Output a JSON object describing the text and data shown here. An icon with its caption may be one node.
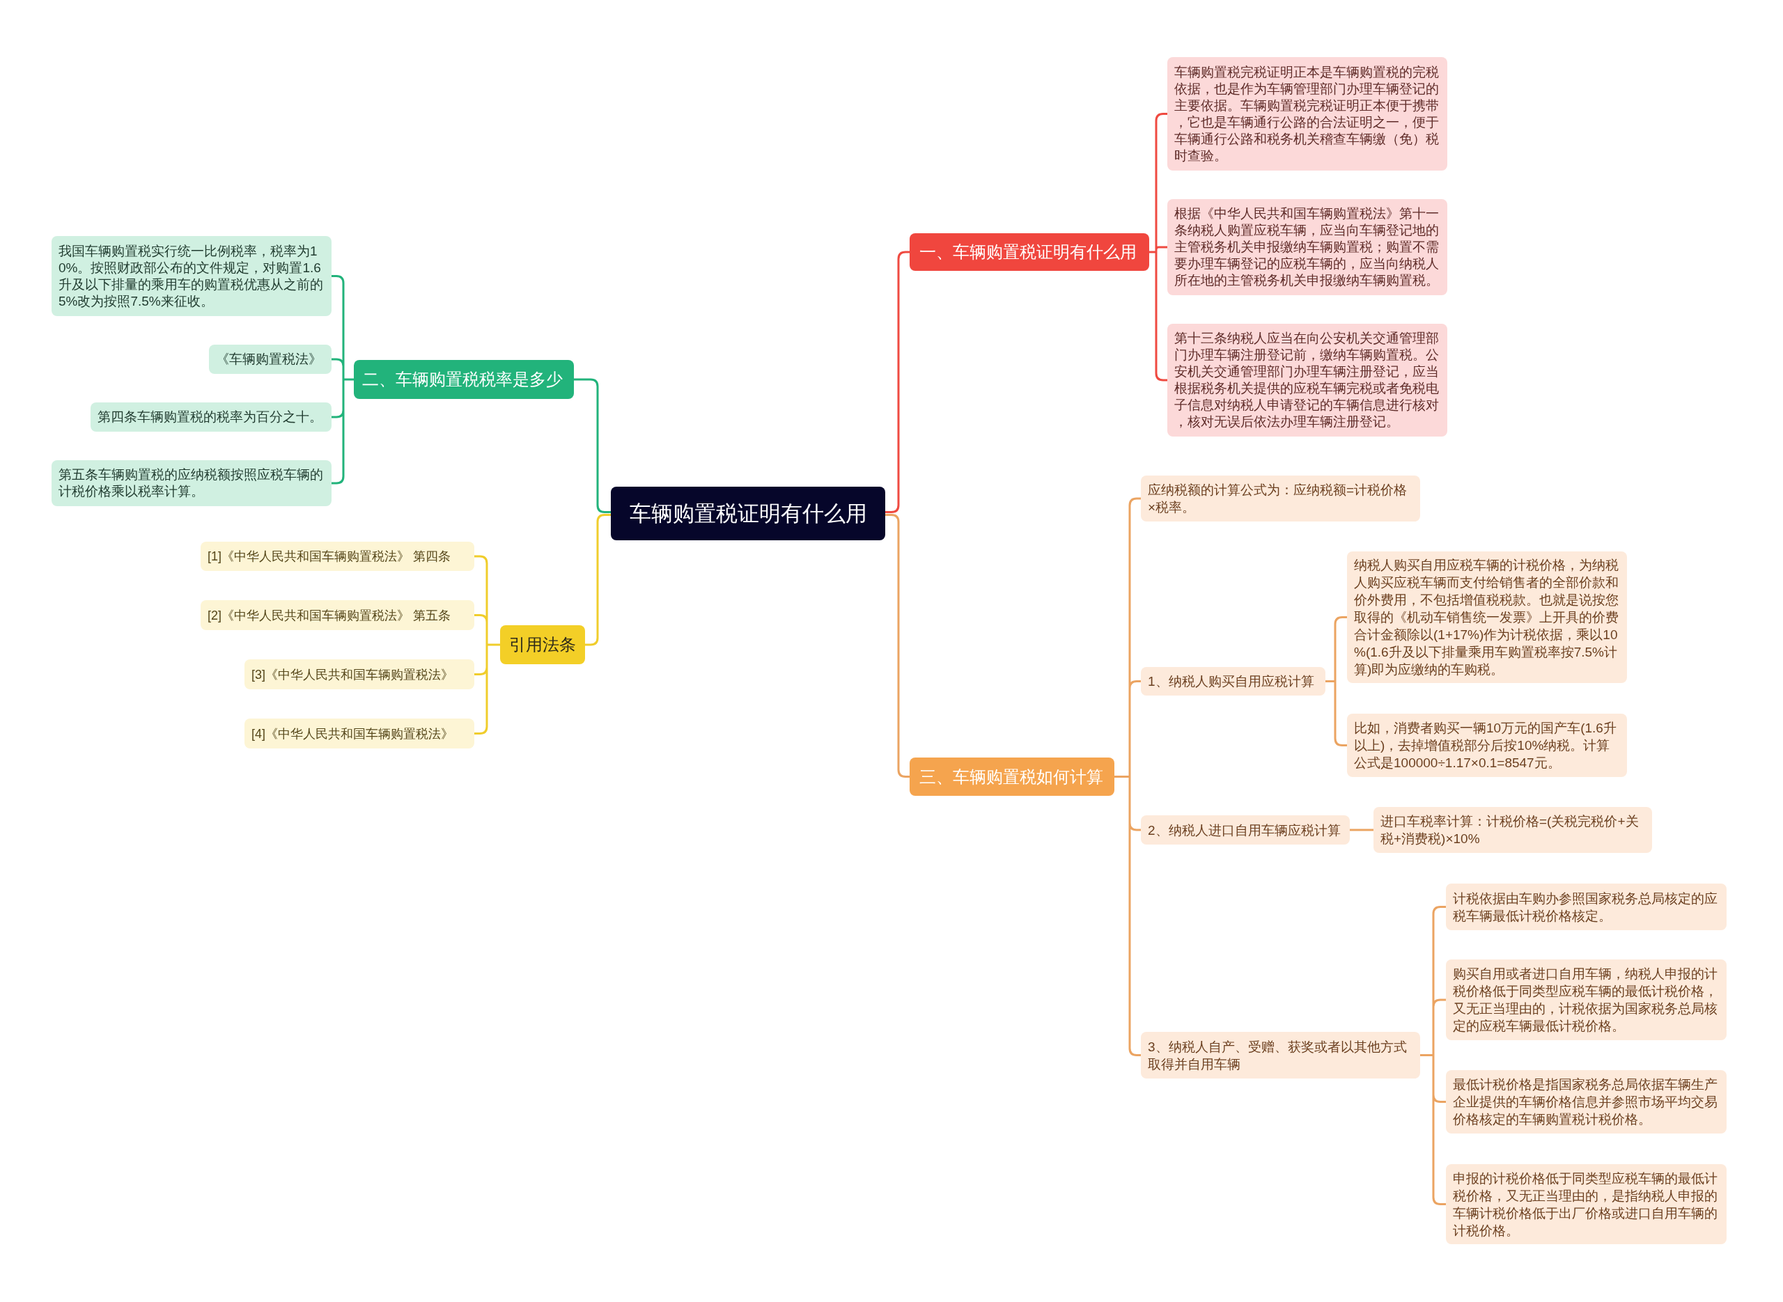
{
  "diagram": {
    "nodes": [
      {
        "text": [
          "车辆购置税证明有什么用"
        ]
      },
      {
        "text": [
          "一、车辆购置税证明有什么用"
        ]
      },
      {
        "text": [
          "车辆购置税完税证明正本是车辆购置税的完税依据，也是作为车辆管理部门办理车辆登记的主要依据。车辆购置税完税证明正本便于携带，它也是车辆通行公路的合法证明之一，便于车辆通行公路和税务机关稽查车辆缴（免）税时查验。"
        ]
      },
      {
        "text": [
          "根据《中华人民共和国车辆购置税法》第十一条纳税人购置应税车辆，应当向车辆登记地的主管税务机关申报缴纳车辆购置税；购置不需要办理车辆登记的应税车辆的，应当向纳税人所在地的主管税务机关申报缴纳车辆购置税。"
        ]
      },
      {
        "text": [
          "第十三条纳税人应当在向公安机关交通管理部门办理车辆注册登记前，缴纳车辆购置税。公安机关交通管理部门办理车辆注册登记，应当根据税务机关提供的应税车辆完税或者免税电子信息对纳税人申请登记的车辆信息进行核对，核对无误后依法办理车辆注册登记。"
        ]
      },
      {
        "text": [
          "二、车辆购置税税率是多少"
        ]
      },
      {
        "text": [
          "我国车辆购置税实行统一比例税率，税率为10%。按照财政部公布的文件规定，对购置1.6升及以下排量的乘用车的购置税优惠从之前的5%改为按照7.5%来征收。"
        ]
      },
      {
        "text": [
          "《车辆购置税法》"
        ]
      },
      {
        "text": [
          "第四条车辆购置税的税率为百分之十。"
        ]
      },
      {
        "text": [
          "第五条车辆购置税的应纳税额按照应税车辆的计税价格乘以税率计算。"
        ]
      },
      {
        "text": [
          "引用法条"
        ]
      },
      {
        "text": [
          "[1]《中华人民共和国车辆购置税法》 第四条"
        ]
      },
      {
        "text": [
          "[2]《中华人民共和国车辆购置税法》 第五条"
        ]
      },
      {
        "text": [
          "[3]《中华人民共和国车辆购置税法》"
        ]
      },
      {
        "text": [
          "[4]《中华人民共和国车辆购置税法》"
        ]
      },
      {
        "text": [
          "三、车辆购置税如何计算"
        ]
      },
      {
        "text": [
          "应纳税额的计算公式为：应纳税额=计税价格×税率。"
        ]
      },
      {
        "text": [
          "1、纳税人购买自用应税计算"
        ]
      },
      {
        "text": [
          "纳税人购买自用应税车辆的计税价格，为纳税人购买应税车辆而支付给销售者的全部价款和价外费用，不包括增值税税款。也就是说按您取得的《机动车销售统一发票》上开具的价费合计金额除以(1+17%)作为计税依据，乘以10%(1.6升及以下排量乘用车购置税率按7.5%计算)即为应缴纳的车购税。"
        ]
      },
      {
        "text": [
          "比如，消费者购买一辆10万元的国产车(1.6升以上)，去掉增值税部分后按10%纳税。计算公式是100000÷1.17×0.1=8547元。"
        ]
      },
      {
        "text": [
          "2、纳税人进口自用车辆应税计算"
        ]
      },
      {
        "text": [
          "进口车税率计算：计税价格=(关税完税价+关税+消费税)×10%"
        ]
      },
      {
        "text": [
          "3、纳税人自产、受赠、获奖或者以其他方式取得并自用车辆"
        ]
      },
      {
        "text": [
          "计税依据由车购办参照国家税务总局核定的应税车辆最低计税价格核定。"
        ]
      },
      {
        "text": [
          "购买自用或者进口自用车辆，纳税人申报的计税价格低于同类型应税车辆的最低计税价格，又无正当理由的，计税依据为国家税务总局核定的应税车辆最低计税价格。"
        ]
      },
      {
        "text": [
          "最低计税价格是指国家税务总局依据车辆生产企业提供的车辆价格信息并参照市场平均交易价格核定的车辆购置税计税价格。"
        ]
      },
      {
        "text": [
          "申报的计税价格低于同类型应税车辆的最低计税价格，又无正当理由的，是指纳税人申报的车辆计税价格低于出厂价格或进口自用车辆的计税价格。"
        ]
      }
    ],
    "edges": [
      {
        "from": 0,
        "to": 1,
        "arrow": "none",
        "color": "#ef4a41"
      },
      {
        "from": 1,
        "to": 2,
        "arrow": "none",
        "color": "#ef4a41"
      },
      {
        "from": 1,
        "to": 3,
        "arrow": "none",
        "color": "#ef4a41"
      },
      {
        "from": 1,
        "to": 4,
        "arrow": "none",
        "color": "#ef4a41"
      },
      {
        "from": 0,
        "to": 5,
        "arrow": "none",
        "color": "#22b37b"
      },
      {
        "from": 5,
        "to": 6,
        "arrow": "none",
        "color": "#22b37b"
      },
      {
        "from": 5,
        "to": 7,
        "arrow": "none",
        "color": "#22b37b"
      },
      {
        "from": 5,
        "to": 8,
        "arrow": "none",
        "color": "#22b37b"
      },
      {
        "from": 5,
        "to": 9,
        "arrow": "none",
        "color": "#22b37b"
      },
      {
        "from": 0,
        "to": 10,
        "arrow": "none",
        "color": "#f0cd2c"
      },
      {
        "from": 10,
        "to": 11,
        "arrow": "none",
        "color": "#f0cd2c"
      },
      {
        "from": 10,
        "to": 12,
        "arrow": "none",
        "color": "#f0cd2c"
      },
      {
        "from": 10,
        "to": 13,
        "arrow": "none",
        "color": "#f0cd2c"
      },
      {
        "from": 10,
        "to": 14,
        "arrow": "none",
        "color": "#f0cd2c"
      },
      {
        "from": 0,
        "to": 15,
        "arrow": "none"
      },
      {
        "from": 15,
        "to": 16,
        "arrow": "none"
      },
      {
        "from": 15,
        "to": 17,
        "arrow": "none"
      },
      {
        "from": 17,
        "to": 18,
        "arrow": "none"
      },
      {
        "from": 17,
        "to": 19,
        "arrow": "none"
      },
      {
        "from": 15,
        "to": 20,
        "arrow": "none"
      },
      {
        "from": 20,
        "to": 21,
        "arrow": "none"
      },
      {
        "from": 15,
        "to": 22,
        "arrow": "none"
      },
      {
        "from": 22,
        "to": 23,
        "arrow": "none"
      },
      {
        "from": 22,
        "to": 24,
        "arrow": "none"
      },
      {
        "from": 22,
        "to": 25,
        "arrow": "none"
      },
      {
        "from": 22,
        "to": 26,
        "arrow": "none"
      }
    ]
  }
}
